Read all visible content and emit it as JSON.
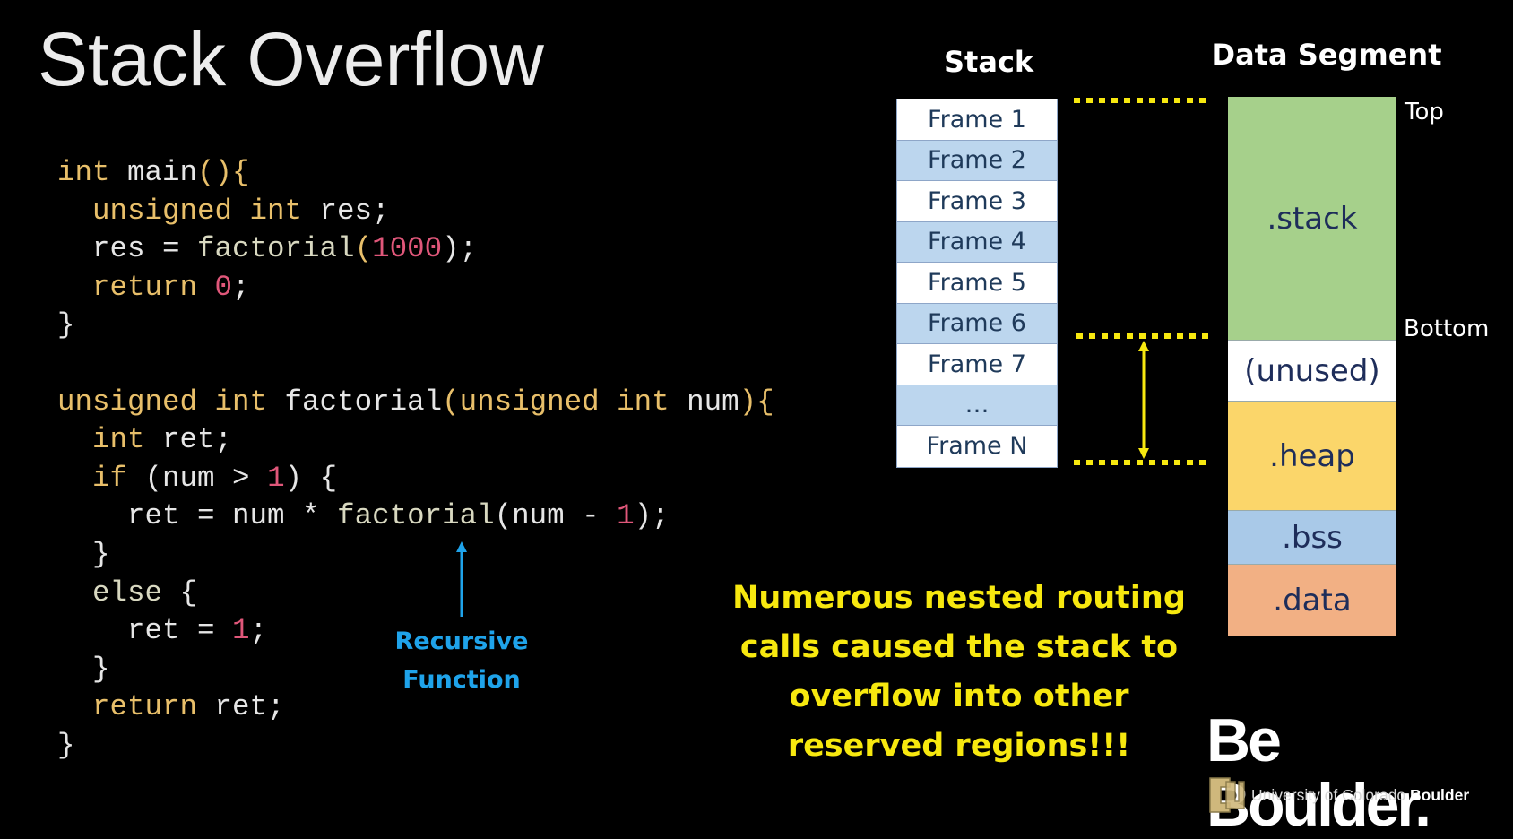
{
  "slide": {
    "title": "Stack Overflow"
  },
  "code": {
    "lines": [
      [
        {
          "t": "int",
          "c": "kw"
        },
        {
          "t": " main",
          "c": "pl"
        },
        {
          "t": "(){",
          "c": "kw"
        }
      ],
      [
        {
          "t": "  unsigned int",
          "c": "kw"
        },
        {
          "t": " res;",
          "c": "pl"
        }
      ],
      [
        {
          "t": "  res = ",
          "c": "pl"
        },
        {
          "t": "factorial",
          "c": "fn"
        },
        {
          "t": "(",
          "c": "kw"
        },
        {
          "t": "1000",
          "c": "num"
        },
        {
          "t": ");",
          "c": "pl"
        }
      ],
      [
        {
          "t": "  return ",
          "c": "kw"
        },
        {
          "t": "0",
          "c": "num"
        },
        {
          "t": ";",
          "c": "pl"
        }
      ],
      [
        {
          "t": "}",
          "c": "pl"
        }
      ],
      [
        {
          "t": "",
          "c": "pl"
        }
      ],
      [
        {
          "t": "unsigned int",
          "c": "kw"
        },
        {
          "t": " factorial",
          "c": "pl"
        },
        {
          "t": "(unsigned int",
          "c": "kw"
        },
        {
          "t": " num",
          "c": "pl"
        },
        {
          "t": "){",
          "c": "kw"
        }
      ],
      [
        {
          "t": "  int",
          "c": "kw"
        },
        {
          "t": " ret;",
          "c": "pl"
        }
      ],
      [
        {
          "t": "  if ",
          "c": "kw"
        },
        {
          "t": "(num > ",
          "c": "pl"
        },
        {
          "t": "1",
          "c": "num"
        },
        {
          "t": ") {",
          "c": "pl"
        }
      ],
      [
        {
          "t": "    ret = num * ",
          "c": "pl"
        },
        {
          "t": "factorial",
          "c": "fn"
        },
        {
          "t": "(num - ",
          "c": "pl"
        },
        {
          "t": "1",
          "c": "num"
        },
        {
          "t": ");",
          "c": "pl"
        }
      ],
      [
        {
          "t": "  }",
          "c": "pl"
        }
      ],
      [
        {
          "t": "  else ",
          "c": "fn"
        },
        {
          "t": "{",
          "c": "pl"
        }
      ],
      [
        {
          "t": "    ret = ",
          "c": "pl"
        },
        {
          "t": "1",
          "c": "num"
        },
        {
          "t": ";",
          "c": "pl"
        }
      ],
      [
        {
          "t": "  }",
          "c": "pl"
        }
      ],
      [
        {
          "t": "  return",
          "c": "kw"
        },
        {
          "t": " ret;",
          "c": "pl"
        }
      ],
      [
        {
          "t": "}",
          "c": "pl"
        }
      ]
    ]
  },
  "annotation": {
    "line1": "Recursive",
    "line2": "Function",
    "color": "#1fa3ea"
  },
  "stack": {
    "heading": "Stack",
    "frames": [
      "Frame 1",
      "Frame 2",
      "Frame 3",
      "Frame 4",
      "Frame 5",
      "Frame 6",
      "Frame 7",
      "…",
      "Frame N"
    ]
  },
  "data_segment": {
    "heading": "Data Segment",
    "segments": [
      ".stack",
      "(unused)",
      ".heap",
      ".bss",
      ".data"
    ],
    "label_top": "Top",
    "label_bottom": "Bottom"
  },
  "note": {
    "lines": [
      "Numerous nested routing",
      "calls caused the stack to",
      "overflow into other",
      "reserved regions!!!"
    ],
    "color": "#f7e80f"
  },
  "logo": {
    "main": "Be Boulder.",
    "sub_prefix": "University of Colorado ",
    "sub_bold": "Boulder"
  }
}
